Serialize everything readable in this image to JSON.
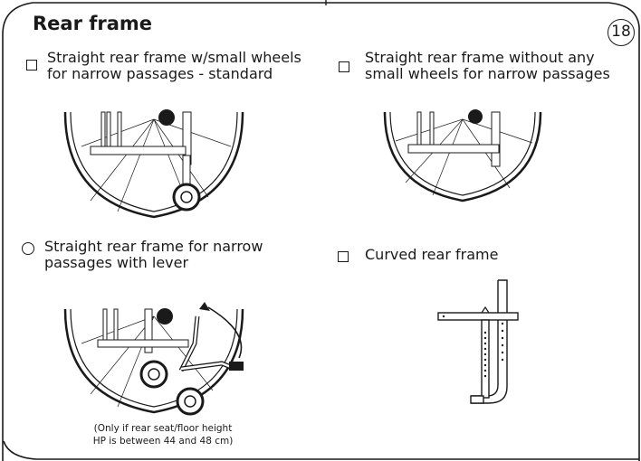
{
  "section": {
    "title": "Rear frame",
    "page_number": "18"
  },
  "options": [
    {
      "control": "checkbox",
      "line1": "Straight rear frame w/small wheels",
      "line2": "for narrow passages - standard",
      "icon": "wheelchair-wheel-with-small-wheel-illustration"
    },
    {
      "control": "checkbox",
      "line1": "Straight rear frame without any",
      "line2": "small wheels for narrow passages",
      "icon": "wheelchair-wheel-without-small-wheel-illustration"
    },
    {
      "control": "radio",
      "line1": "Straight rear frame for narrow",
      "line2": "passages with lever",
      "icon": "wheelchair-wheel-with-lever-illustration",
      "note_line1": "(Only if rear seat/floor height",
      "note_line2": "HP is between 44 and 48 cm)"
    },
    {
      "control": "checkbox",
      "line1": "Curved rear frame",
      "line2": "",
      "icon": "curved-rear-frame-illustration"
    }
  ]
}
